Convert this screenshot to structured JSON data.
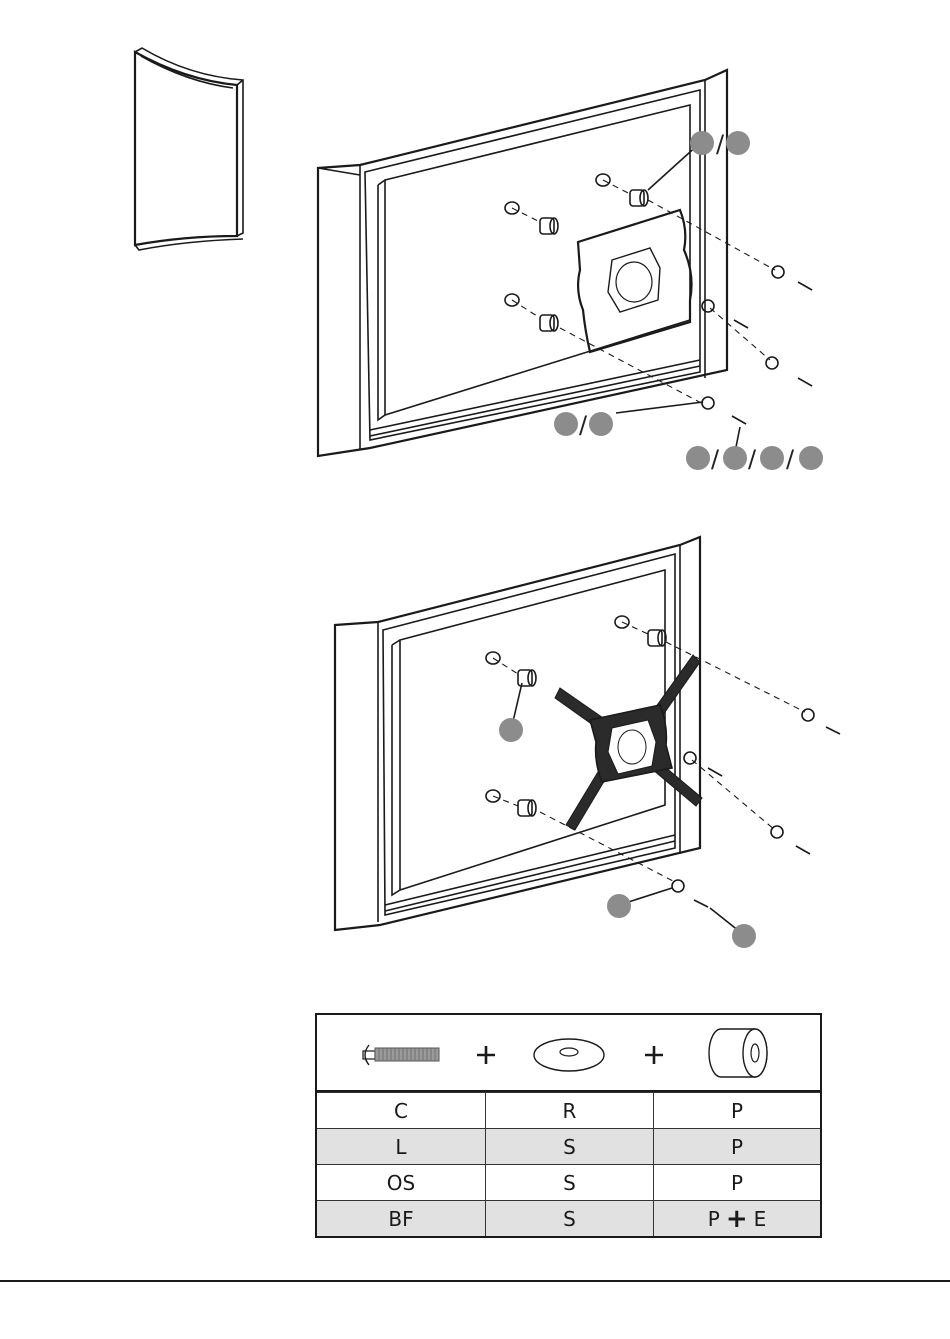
{
  "figure_top": {
    "callouts_spacer": 2,
    "callouts_washer": 2,
    "callouts_screw": 4,
    "separator": "/"
  },
  "figure_bottom": {
    "callouts": 3
  },
  "hardware_table": {
    "header_icons": [
      "bolt-icon",
      "washer-icon",
      "spacer-icon"
    ],
    "plus": "+",
    "rows": [
      {
        "col1": "C",
        "col2": "R",
        "col3": "P",
        "shaded": false
      },
      {
        "col1": "L",
        "col2": "S",
        "col3": "P",
        "shaded": true
      },
      {
        "col1": "OS",
        "col2": "S",
        "col3": "P",
        "shaded": false
      },
      {
        "col1": "BF",
        "col2": "S",
        "col3a": "P",
        "col3b": "E",
        "shaded": true
      }
    ]
  }
}
